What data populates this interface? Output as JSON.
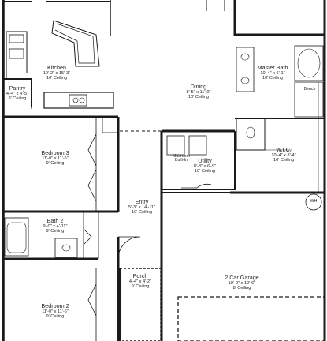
{
  "rooms": {
    "kitchen": {
      "name": "Kitchen",
      "dims": "19'-2\" x 15'-3\"",
      "ceiling": "10' Ceiling"
    },
    "pantry": {
      "name": "Pantry",
      "dims": "4'-4\" x 4'-5\"",
      "ceiling": "8' Ceiling"
    },
    "dining": {
      "name": "Dining",
      "dims": "8'-5\" x 11'-0\"",
      "ceiling": "10' Ceiling"
    },
    "master_bath": {
      "name": "Master Bath",
      "dims": "10'-4\" x 6'-1\"",
      "ceiling": "10' Ceiling"
    },
    "bedroom3": {
      "name": "Bedroom 3",
      "dims": "11'-0\" x 11'-6\"",
      "ceiling": "9' Ceiling"
    },
    "utility": {
      "name": "Utility",
      "dims": "8'-3\" x 6'-9\"",
      "ceiling": "10' Ceiling"
    },
    "wic": {
      "name": "W.I.C.",
      "dims": "10'-4\" x 8'-4\"",
      "ceiling": "10' Ceiling"
    },
    "entry": {
      "name": "Entry",
      "dims": "5'-3\" x 14'-11\"",
      "ceiling": "10' Ceiling"
    },
    "bath2": {
      "name": "Bath 2",
      "dims": "9'-0\" x 4'-11\"",
      "ceiling": "9' Ceiling"
    },
    "porch": {
      "name": "Porch",
      "dims": "4'-4\" x 4'-2\"",
      "ceiling": "9' Ceiling"
    },
    "garage": {
      "name": "2 Car Garage",
      "dims": "19'-0\" x 19'-6\"",
      "ceiling": "8' Ceiling"
    },
    "bedroom2": {
      "name": "Bedroom 2",
      "dims": "11'-0\" x 11'-6\"",
      "ceiling": "9' Ceiling"
    }
  },
  "fixtures": {
    "mudroom": "Mudroom Built-In",
    "bench": "Bench",
    "water_heater": "WH"
  }
}
